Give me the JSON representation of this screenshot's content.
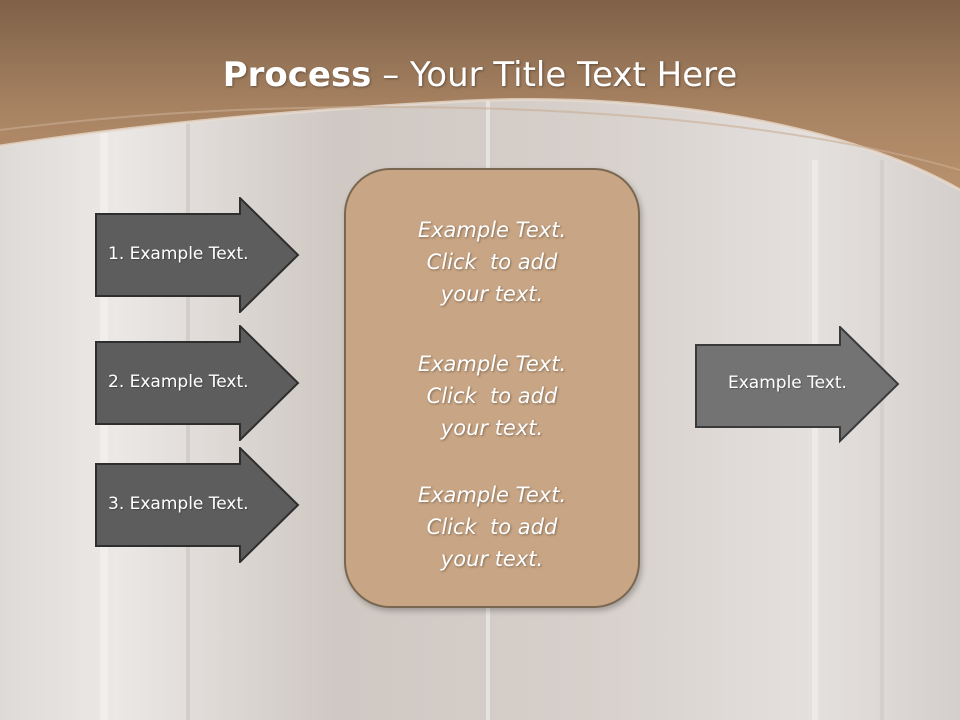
{
  "slide": {
    "title_bold": "Process",
    "title_rest": " – Your Title Text Here"
  },
  "left_arrows": [
    {
      "label": "1. Example Text."
    },
    {
      "label": "2. Example Text."
    },
    {
      "label": "3. Example Text."
    }
  ],
  "center_box": {
    "blocks": [
      {
        "line1": "Example Text.",
        "line2": "Click  to add",
        "line3": "your text."
      },
      {
        "line1": "Example Text.",
        "line2": "Click  to add",
        "line3": "your text."
      },
      {
        "line1": "Example Text.",
        "line2": "Click  to add",
        "line3": "your text."
      }
    ]
  },
  "right_arrow": {
    "label": "Example Text."
  },
  "colors": {
    "header_band": "#a98463",
    "center_fill": "#c8a584",
    "arrow_dark": "#5d5d5d",
    "arrow_light": "#737373"
  }
}
